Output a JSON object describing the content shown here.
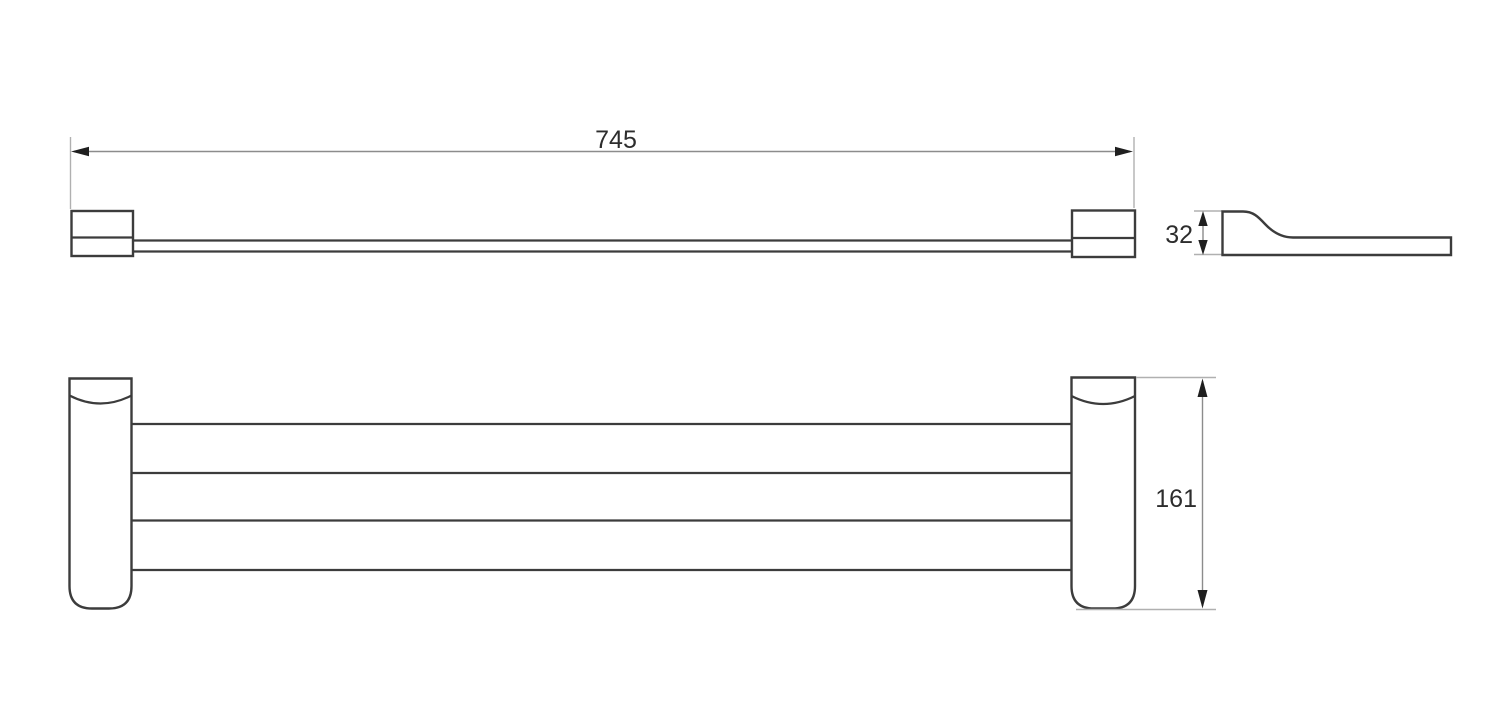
{
  "colors": {
    "background": "#ffffff",
    "object_line": "#3c3c3c",
    "dimension_line": "#8c8c8c",
    "extension_line": "#b0b0b0",
    "arrowhead": "#1f1f1f",
    "text": "#2d2d2d"
  },
  "dimensions": {
    "overall_length": {
      "label": "745"
    },
    "profile_height": {
      "label": "32"
    },
    "bracket_height": {
      "label": "161"
    }
  }
}
